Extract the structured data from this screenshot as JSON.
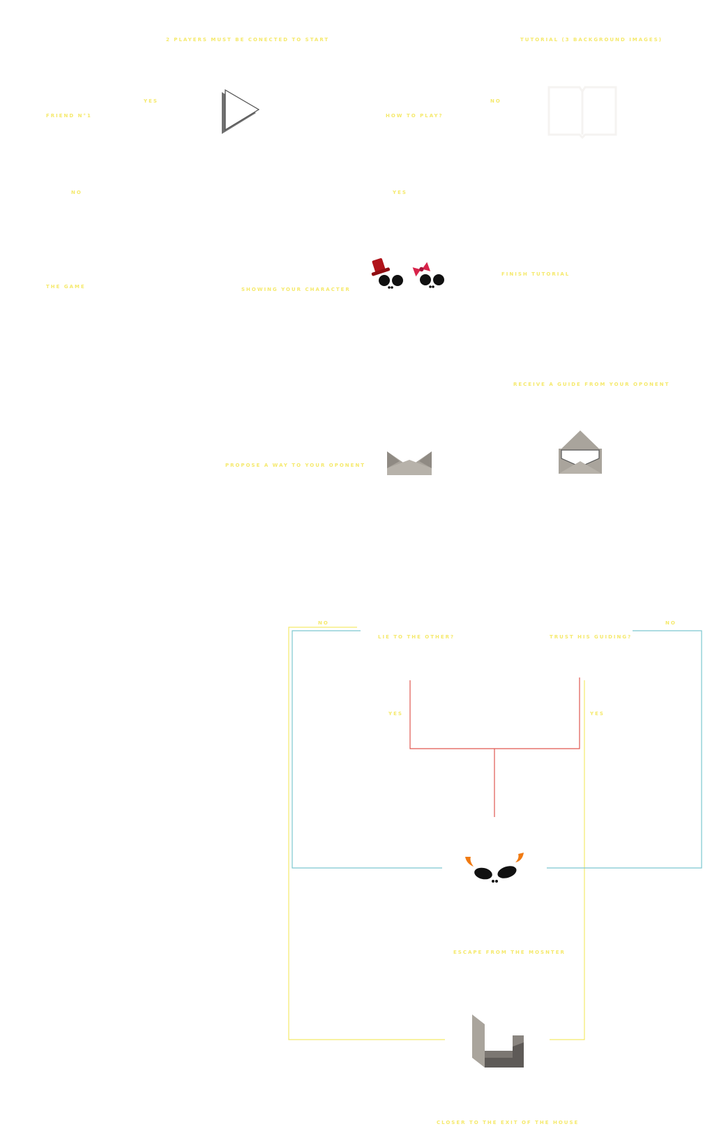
{
  "colors": {
    "label": "#f5e96b",
    "line_yellow": "#f5e96b",
    "line_cyan": "#7cc8d0",
    "line_red": "#e0574f",
    "icon_gray": "#a9a49c",
    "icon_dark": "#5e5a57",
    "hat_red": "#b0131a",
    "bow_red": "#d8234a",
    "horn_orange": "#f07a12",
    "eyes": "#111111"
  },
  "labels": {
    "players_connected": "2 PLAYERS MUST BE CONECTED TO START",
    "tutorial": "TUTORIAL (3 BACKGROUND IMAGES)",
    "yes_1": "YES",
    "friend": "FRIEND N°1",
    "no_1": "NO",
    "how_to_play": "HOW TO PLAY?",
    "no_2": "NO",
    "yes_2": "YES",
    "the_game": "THE GAME",
    "showing_character": "SHOWING YOUR CHARACTER",
    "finish_tutorial": "FINISH TUTORIAL",
    "receive_guide": "RECEIVE A GUIDE FROM YOUR OPONENT",
    "propose_way": "PROPOSE A WAY TO YOUR OPONENT",
    "no_3": "NO",
    "lie": "LIE TO THE OTHER?",
    "trust": "TRUST HIS GUIDING?",
    "no_4": "NO",
    "yes_3": "YES",
    "yes_4": "YES",
    "escape": "ESCAPE FROM THE MOSNTER",
    "closer": "CLOSER TO THE EXIT OF THE HOUSE"
  },
  "icons": [
    "play-icon",
    "book-icon",
    "characters-icon",
    "envelope-closed-icon",
    "envelope-open-icon",
    "monster-icon",
    "exit-icon"
  ]
}
